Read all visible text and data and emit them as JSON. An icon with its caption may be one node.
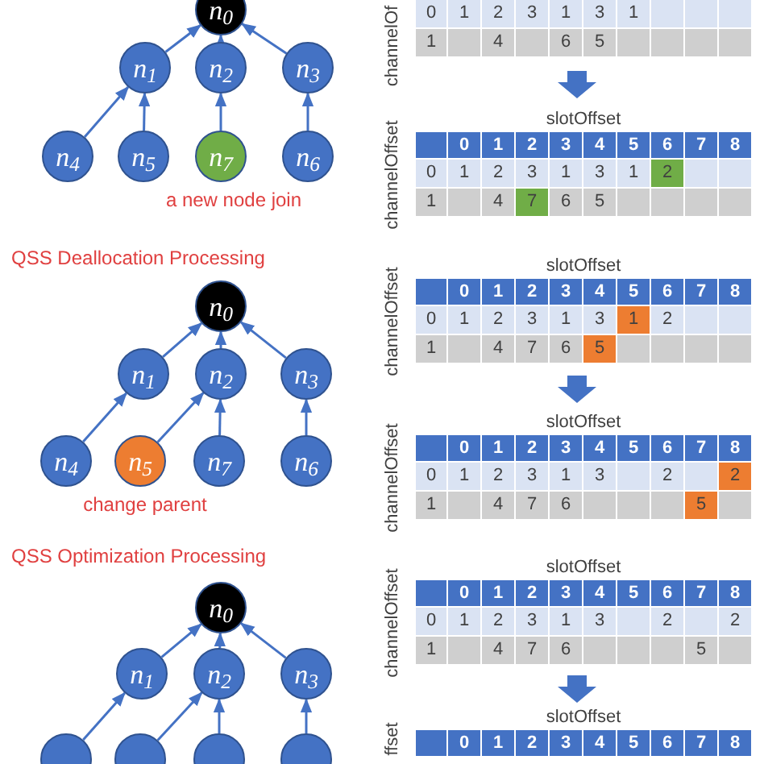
{
  "diagram": {
    "nodes": [
      {
        "text": [
          "n$_{0}$"
        ]
      },
      {
        "text": [
          "n$_{1}$"
        ]
      },
      {
        "text": [
          "n$_{2}$"
        ]
      },
      {
        "text": [
          "n$_{3}$"
        ]
      },
      {
        "text": [
          "n$_{4}$"
        ]
      },
      {
        "text": [
          "n$_{5}$"
        ]
      },
      {
        "text": [
          "n$_{7}$"
        ]
      },
      {
        "text": [
          "n$_{6}$"
        ]
      },
      {
        "text": [
          "n$_{0}$"
        ]
      },
      {
        "text": [
          "n$_{1}$"
        ]
      },
      {
        "text": [
          "n$_{2}$"
        ]
      },
      {
        "text": [
          "n$_{3}$"
        ]
      },
      {
        "text": [
          "n$_{4}$"
        ]
      },
      {
        "text": [
          "n$_{5}$"
        ]
      },
      {
        "text": [
          "n$_{7}$"
        ]
      },
      {
        "text": [
          "n$_{6}$"
        ]
      },
      {
        "text": [
          "n$_{0}$"
        ]
      },
      {
        "text": [
          "n$_{1}$"
        ]
      },
      {
        "text": [
          "n$_{2}$"
        ]
      },
      {
        "text": [
          "n$_{3}$"
        ]
      },
      {
        "text": [],
        "shape": "circle"
      },
      {
        "text": [],
        "shape": "circle"
      },
      {
        "text": [],
        "shape": "circle"
      },
      {
        "text": [],
        "shape": "circle"
      }
    ],
    "edges": [
      {
        "from": 1,
        "to": 0,
        "arrow": "to"
      },
      {
        "from": 2,
        "to": 0,
        "arrow": "to"
      },
      {
        "from": 3,
        "to": 0,
        "arrow": "to"
      },
      {
        "from": 4,
        "to": 1,
        "arrow": "to"
      },
      {
        "from": 5,
        "to": 1,
        "arrow": "to"
      },
      {
        "from": 6,
        "to": 2,
        "arrow": "to"
      },
      {
        "from": 7,
        "to": 3,
        "arrow": "to"
      },
      {
        "from": 9,
        "to": 8,
        "arrow": "to"
      },
      {
        "from": 10,
        "to": 8,
        "arrow": "to"
      },
      {
        "from": 11,
        "to": 8,
        "arrow": "to"
      },
      {
        "from": 12,
        "to": 9,
        "arrow": "to"
      },
      {
        "from": 13,
        "to": 10,
        "arrow": "to"
      },
      {
        "from": 14,
        "to": 10,
        "arrow": "to"
      },
      {
        "from": 15,
        "to": 11,
        "arrow": "to"
      },
      {
        "from": 17,
        "to": 16,
        "arrow": "to"
      },
      {
        "from": 18,
        "to": 16,
        "arrow": "to"
      },
      {
        "from": 19,
        "to": 16,
        "arrow": "to"
      },
      {
        "from": 20,
        "to": 17,
        "arrow": "to"
      },
      {
        "from": 21,
        "to": 18,
        "arrow": "to"
      },
      {
        "from": 22,
        "to": 18,
        "arrow": "to"
      },
      {
        "from": 23,
        "to": 19,
        "arrow": "to"
      }
    ],
    "labels": [
      "a new node join",
      "QSS Deallocation Processing",
      "change parent",
      "QSS Optimization Processing",
      "channelOf",
      "0",
      "1",
      "2",
      "3",
      "1",
      "3",
      "1",
      "1",
      "4",
      "6",
      "5",
      "slotOffset",
      "0",
      "1",
      "2",
      "3",
      "4",
      "5",
      "6",
      "7",
      "8",
      "channelOffset",
      "0",
      "1",
      "2",
      "3",
      "1",
      "3",
      "1",
      "2",
      "1",
      "4",
      "7",
      "6",
      "5",
      "slotOffset",
      "0",
      "1",
      "2",
      "3",
      "4",
      "5",
      "6",
      "7",
      "8",
      "channelOffset",
      "0",
      "1",
      "2",
      "3",
      "1",
      "3",
      "1",
      "2",
      "1",
      "4",
      "7",
      "6",
      "5",
      "slotOffset",
      "0",
      "1",
      "2",
      "3",
      "4",
      "5",
      "6",
      "7",
      "8",
      "channelOffset",
      "0",
      "1",
      "2",
      "3",
      "1",
      "3",
      "2",
      "2",
      "1",
      "4",
      "7",
      "6",
      "5",
      "slotOffset",
      "0",
      "1",
      "2",
      "3",
      "4",
      "5",
      "6",
      "7",
      "8",
      "channelOffset",
      "0",
      "1",
      "2",
      "3",
      "1",
      "3",
      "2",
      "2",
      "1",
      "4",
      "7",
      "6",
      "5",
      "slotOffset",
      "0",
      "1",
      "2",
      "3",
      "4",
      "5",
      "6",
      "7",
      "8",
      "ffset"
    ]
  }
}
